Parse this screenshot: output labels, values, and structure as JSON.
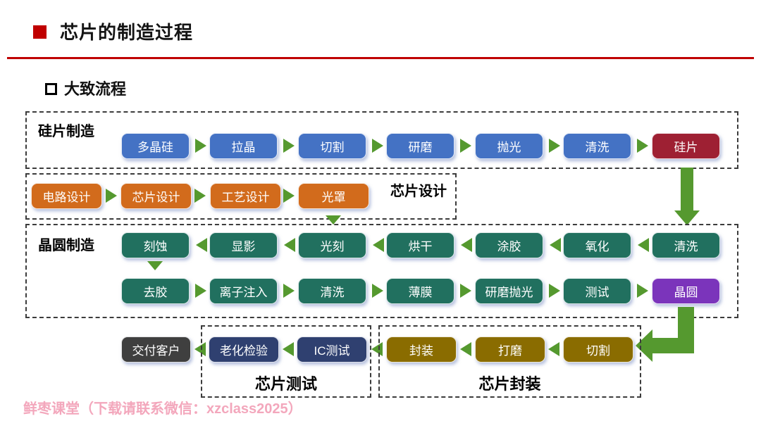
{
  "slide": {
    "title": "芯片的制造过程",
    "section": "大致流程",
    "footer": "鲜枣课堂（下载请联系微信：xzclass2025）"
  },
  "colors": {
    "accent_red": "#C00000",
    "arrow_green": "#55992F",
    "step_blue": "#4472C4",
    "step_dark_red": "#9E2033",
    "step_orange": "#D26B1C",
    "step_teal": "#21705F",
    "step_purple": "#7B34BB",
    "step_olive": "#8A6C00",
    "step_navy": "#2F4070",
    "step_gray": "#3F3F3F",
    "footer_pink": "#F3A7BC"
  },
  "flow": {
    "silicon": {
      "label": "硅片制造",
      "steps": [
        "多晶硅",
        "拉晶",
        "切割",
        "研磨",
        "抛光",
        "清洗",
        "硅片"
      ]
    },
    "design": {
      "label": "芯片设计",
      "steps": [
        "电路设计",
        "芯片设计",
        "工艺设计",
        "光罩"
      ]
    },
    "wafer": {
      "label": "晶圆制造",
      "row1": [
        "刻蚀",
        "显影",
        "光刻",
        "烘干",
        "涂胶",
        "氧化",
        "清洗"
      ],
      "row2": [
        "去胶",
        "离子注入",
        "清洗",
        "薄膜",
        "研磨抛光",
        "测试",
        "晶圆"
      ]
    },
    "delivery": {
      "label": "交付客户"
    },
    "test": {
      "label": "芯片测试",
      "steps": [
        "老化检验",
        "IC测试"
      ]
    },
    "package": {
      "label": "芯片封装",
      "steps": [
        "封装",
        "打磨",
        "切割"
      ]
    }
  }
}
